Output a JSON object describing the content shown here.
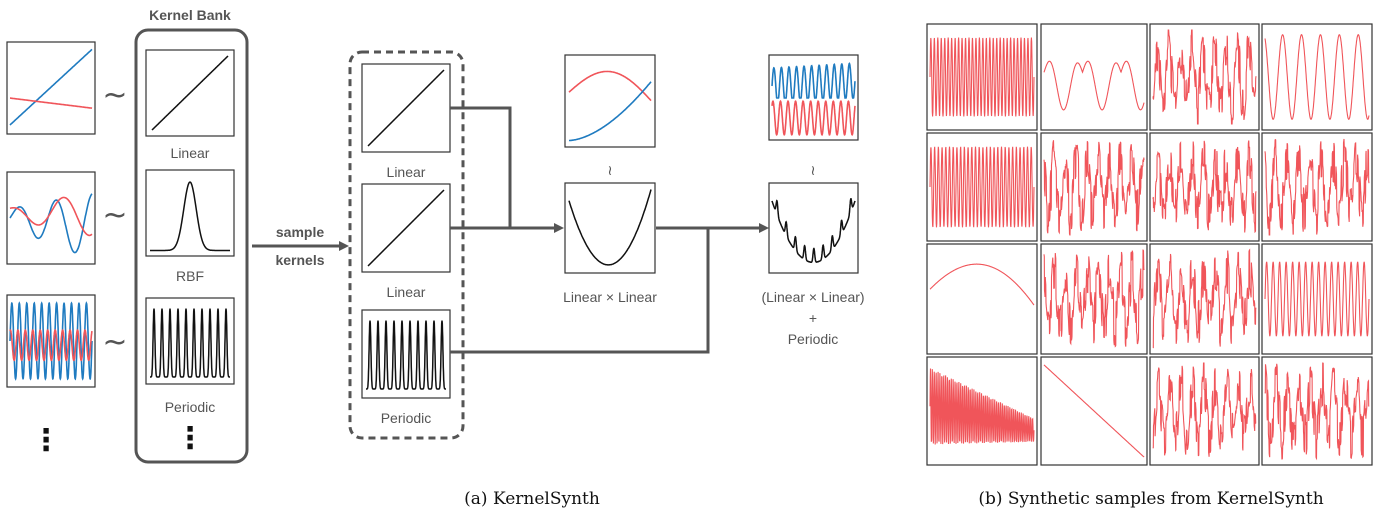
{
  "kernel_bank": {
    "title": "Kernel Bank",
    "kernels": [
      "Linear",
      "RBF",
      "Periodic"
    ],
    "ellipsis": "⋮"
  },
  "prior_samples": {
    "tilde": "~",
    "ellipsis": "⋮"
  },
  "sample_arrow": {
    "line1": "sample",
    "line2": "kernels"
  },
  "sampled": {
    "kernels": [
      "Linear",
      "Linear",
      "Periodic"
    ]
  },
  "composition": {
    "product_label": "Linear × Linear",
    "sum_label_line1": "(Linear × Linear)",
    "sum_label_line2": "+",
    "sum_label_line3": "Periodic",
    "tilde": "≀"
  },
  "captions": {
    "a": "(a) KernelSynth",
    "b": "(b) Synthetic samples from KernelSynth"
  },
  "colors": {
    "blue": "#1f7bc0",
    "red": "#f0555a",
    "gray": "#555555",
    "black": "#111111"
  }
}
